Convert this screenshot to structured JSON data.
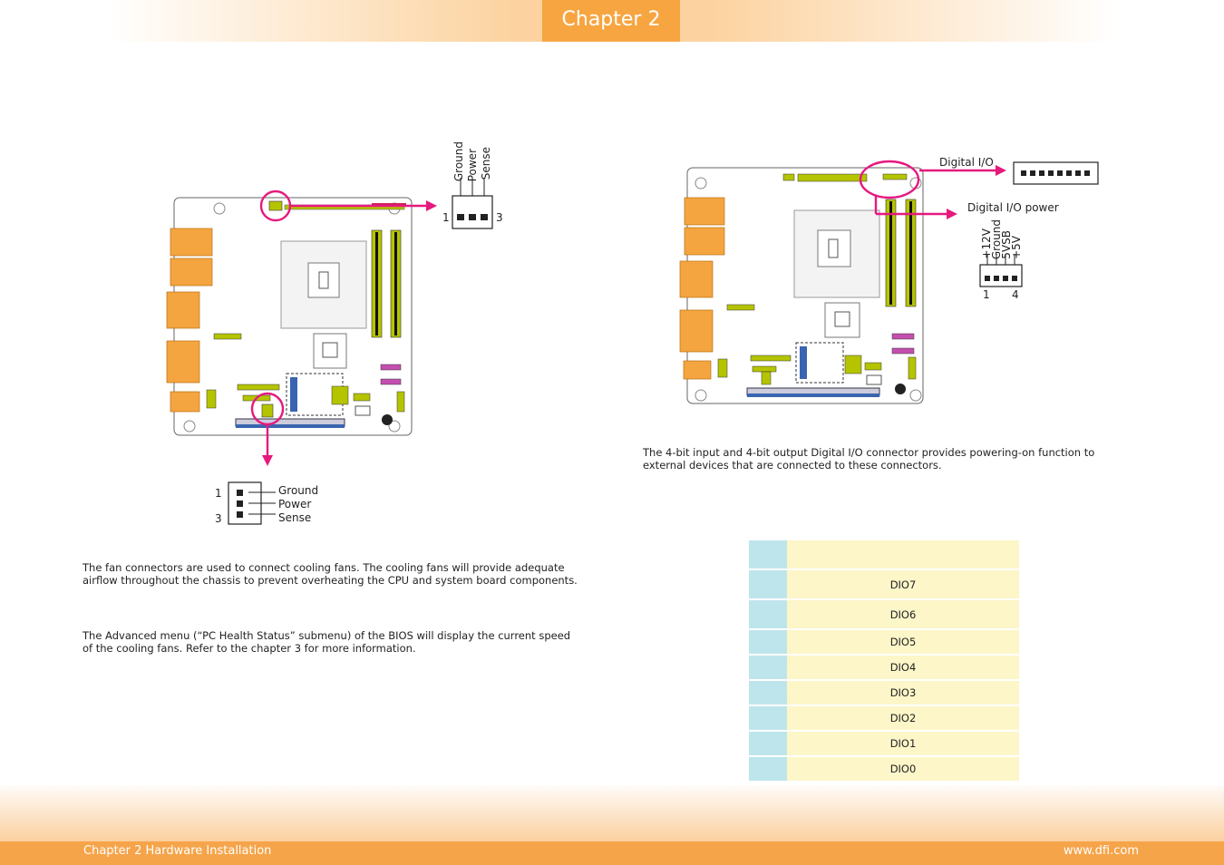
{
  "header": {
    "chapter_label": "Chapter 2"
  },
  "fan_section": {
    "callout_labels_top": [
      "Ground",
      "Power",
      "Sense"
    ],
    "callout_top_pin_start": "1",
    "callout_top_pin_end": "3",
    "callout_labels_bottom": [
      "Ground",
      "Power",
      "Sense"
    ],
    "callout_bottom_pin_start": "1",
    "callout_bottom_pin_end": "3",
    "description": "The fan connectors are used to connect cooling fans. The cooling fans will provide adequate airflow throughout the chassis to prevent overheating the CPU and system board components.",
    "bios_note": "The Advanced menu (“PC Health Status” submenu) of the BIOS will display the current speed of the cooling fans. Refer to the chapter 3 for more information."
  },
  "dio_section": {
    "digital_io_label": "Digital I/O",
    "digital_io_power_label": "Digital I/O power",
    "power_pin_labels": [
      "+12V",
      "Ground",
      "5VSB",
      "+5V"
    ],
    "power_pin_start": "1",
    "power_pin_end": "4",
    "description": "The 4-bit input and 4-bit output Digital I/O connector provides powering-on function to external devices that are connected to these connectors.",
    "table": {
      "header": [
        "",
        ""
      ],
      "rows": [
        {
          "pin": "",
          "signal": "DIO7"
        },
        {
          "pin": "",
          "signal": "DIO6"
        },
        {
          "pin": "",
          "signal": "DIO5"
        },
        {
          "pin": "",
          "signal": "DIO4"
        },
        {
          "pin": "",
          "signal": "DIO3"
        },
        {
          "pin": "",
          "signal": "DIO2"
        },
        {
          "pin": "",
          "signal": "DIO1"
        },
        {
          "pin": "",
          "signal": "DIO0"
        }
      ]
    }
  },
  "footer": {
    "left_text": "Chapter 2 Hardware Installation",
    "right_text": "www.dfi.com"
  },
  "colors": {
    "accent_orange": "#f7a541",
    "magenta": "#e6197f",
    "slot_green": "#b5c400",
    "table_pin": "#bfe5ec",
    "table_signal": "#fcf6c8"
  }
}
